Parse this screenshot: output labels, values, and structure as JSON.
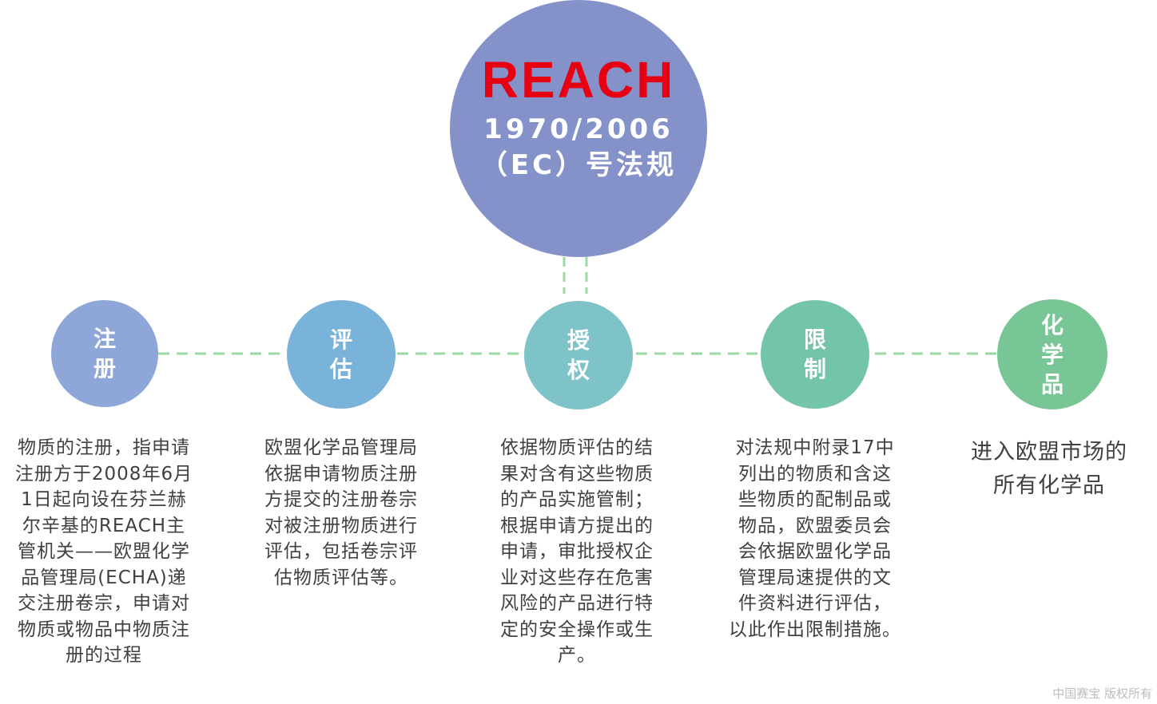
{
  "hub": {
    "title": "REACH",
    "line1": "1970/2006",
    "line2": "（EC）号法规",
    "fill": "#8591c9",
    "title_color": "#e60012"
  },
  "steps": [
    {
      "label": "注\n册",
      "color": "#8fa6d9",
      "description": "物质的注册，指申请\n注册方于2008年6月\n1日起向设在芬兰赫\n尔辛基的REACH主\n管机关——欧盟化学\n品管理局(ECHA)递\n交注册卷宗，申请对\n物质或物品中物质注\n册的过程"
    },
    {
      "label": "评\n估",
      "color": "#7ab3d9",
      "description": "欧盟化学品管理局\n依据申请物质注册\n方提交的注册卷宗\n对被注册物质进行\n评估，包括卷宗评\n估物质评估等。"
    },
    {
      "label": "授\n权",
      "color": "#7ec3c8",
      "description": "依据物质评估的结\n果对含有这些物质\n的产品实施管制；\n根据申请方提出的\n申请，审批授权企\n业对这些存在危害\n风险的产品进行特\n定的安全操作或生\n产。"
    },
    {
      "label": "限\n制",
      "color": "#74c4a8",
      "description": "对法规中附录17中\n列出的物质和含这\n些物质的配制品或\n物品，欧盟委员会\n会依据欧盟化学品\n管理局速提供的文\n件资料进行评估，\n以此作出限制措施。"
    },
    {
      "label": "化\n学\n品",
      "color": "#78c596",
      "description": "进入欧盟市场的\n所有化学品"
    }
  ],
  "connector_color": "#9ed9a4",
  "watermark": "中国赛宝 版权所有"
}
